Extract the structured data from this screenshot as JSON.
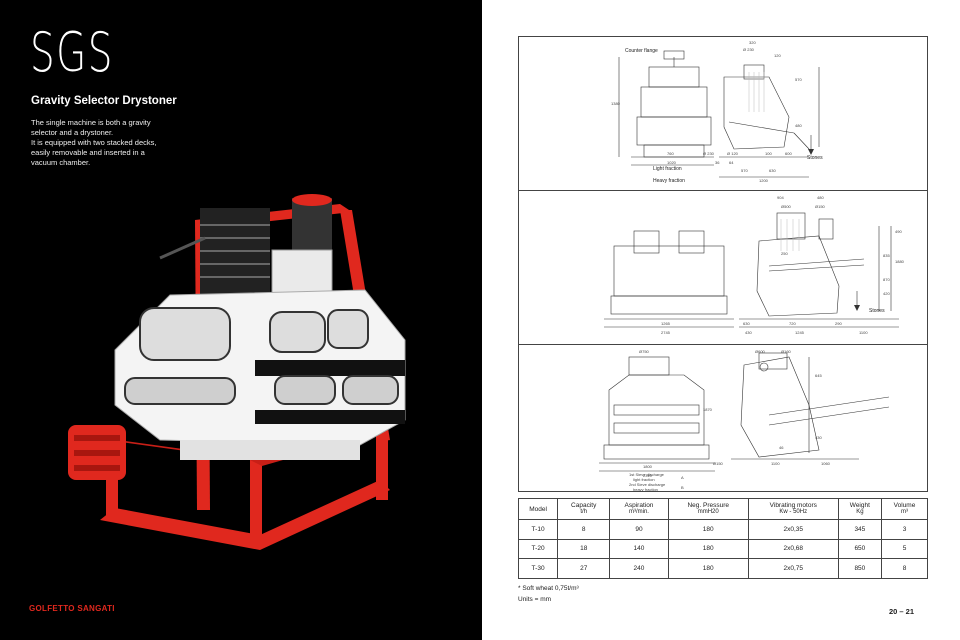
{
  "left": {
    "title": "SGS",
    "subtitle": "Gravity Selector Drystoner",
    "description": "The single machine is both a gravity\nselector and a drystoner.\nIt is equipped with two stacked decks,\neasily removable and inserted in a\nvacuum chamber.",
    "logo": "GOLFETTO SANGATI"
  },
  "drawings": {
    "panel1": {
      "counter_flange": "Counter flange",
      "light_fraction": "Light fraction",
      "heavy_fraction": "Heavy fraction",
      "stones": "Stones",
      "dims": [
        "320",
        "Ø 230",
        "120",
        "570",
        "480",
        "1380",
        "760",
        "Ø 230",
        "Ø 120",
        "100",
        "600",
        "1020",
        "36",
        "64",
        "570",
        "630",
        "1200"
      ]
    },
    "panel2": {
      "stones": "Stones",
      "dims": [
        "904",
        "480",
        "Ø500",
        "Ø150",
        "250",
        "490",
        "835",
        "1880",
        "870",
        "420",
        "1265",
        "2745",
        "630",
        "720",
        "290",
        "430",
        "1245",
        "1100"
      ]
    },
    "panel3": {
      "legend": [
        "1st Sieve discharge",
        "light fraction",
        "2nd Sieve discharge",
        "heavy fraction"
      ],
      "legend_marks": [
        "A",
        "B"
      ],
      "dims": [
        "Ø750",
        "Ø600",
        "Ø160",
        "1870",
        "1800",
        "2310",
        "Ø150",
        "1100",
        "1060",
        "645",
        "430",
        "46"
      ]
    }
  },
  "table": {
    "headers": [
      {
        "name": "Model",
        "unit": ""
      },
      {
        "name": "Capacity",
        "unit": "t/h"
      },
      {
        "name": "Aspiration",
        "unit": "m³/min."
      },
      {
        "name": "Neg. Pressure",
        "unit": "mmH20"
      },
      {
        "name": "Vibrating motors",
        "unit": "Kw - 50Hz"
      },
      {
        "name": "Weight",
        "unit": "Kg"
      },
      {
        "name": "Volume",
        "unit": "m³"
      }
    ],
    "rows": [
      [
        "T-10",
        "8",
        "90",
        "180",
        "2x0,35",
        "345",
        "3"
      ],
      [
        "T-20",
        "18",
        "140",
        "180",
        "2x0,68",
        "650",
        "5"
      ],
      [
        "T-30",
        "27",
        "240",
        "180",
        "2x0,75",
        "850",
        "8"
      ]
    ]
  },
  "footnote": {
    "line1": "* Soft wheat 0,75t/m³",
    "line2": "Units = mm"
  },
  "page_number": "20 – 21",
  "colors": {
    "accent_red": "#e0281e",
    "machine_white": "#f4f4f4",
    "background_dark": "#000000"
  }
}
